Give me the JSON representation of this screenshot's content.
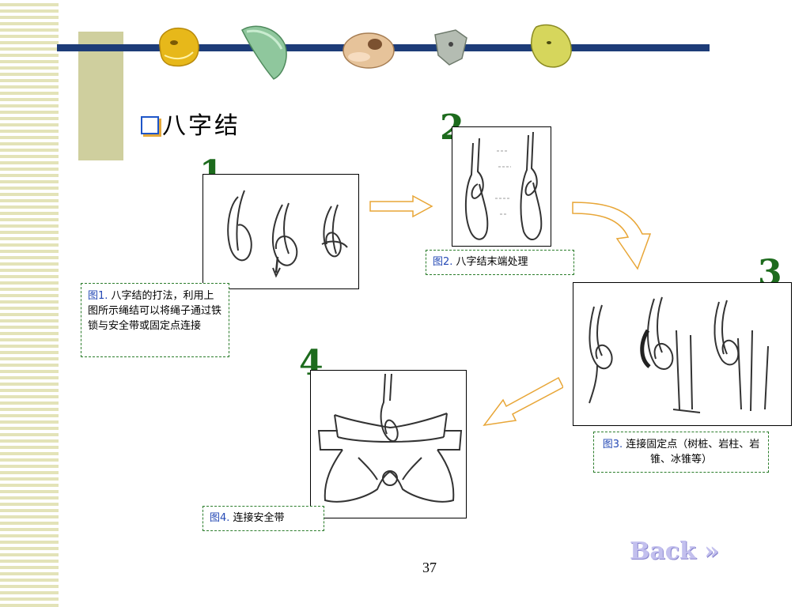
{
  "title": "八字结",
  "steps": [
    {
      "number": "1",
      "caption_label": "图1.",
      "caption_text": "八字结的打法，利用上图所示绳结可以将绳子通过铁锁与安全带或固定点连接"
    },
    {
      "number": "2",
      "caption_label": "图2.",
      "caption_text": "八字结末端处理"
    },
    {
      "number": "3",
      "caption_label": "图3.",
      "caption_text": "连接固定点（树桩、岩柱、岩锥、冰锥等）"
    },
    {
      "number": "4",
      "caption_label": "图4.",
      "caption_text": "连接安全带"
    }
  ],
  "page_number": "37",
  "back_link": "Back »",
  "colors": {
    "accent_bar": "#1d3c78",
    "step_number": "#1d6b1d",
    "arrow": "#e8a637",
    "caption_border": "#2b7d2b"
  }
}
